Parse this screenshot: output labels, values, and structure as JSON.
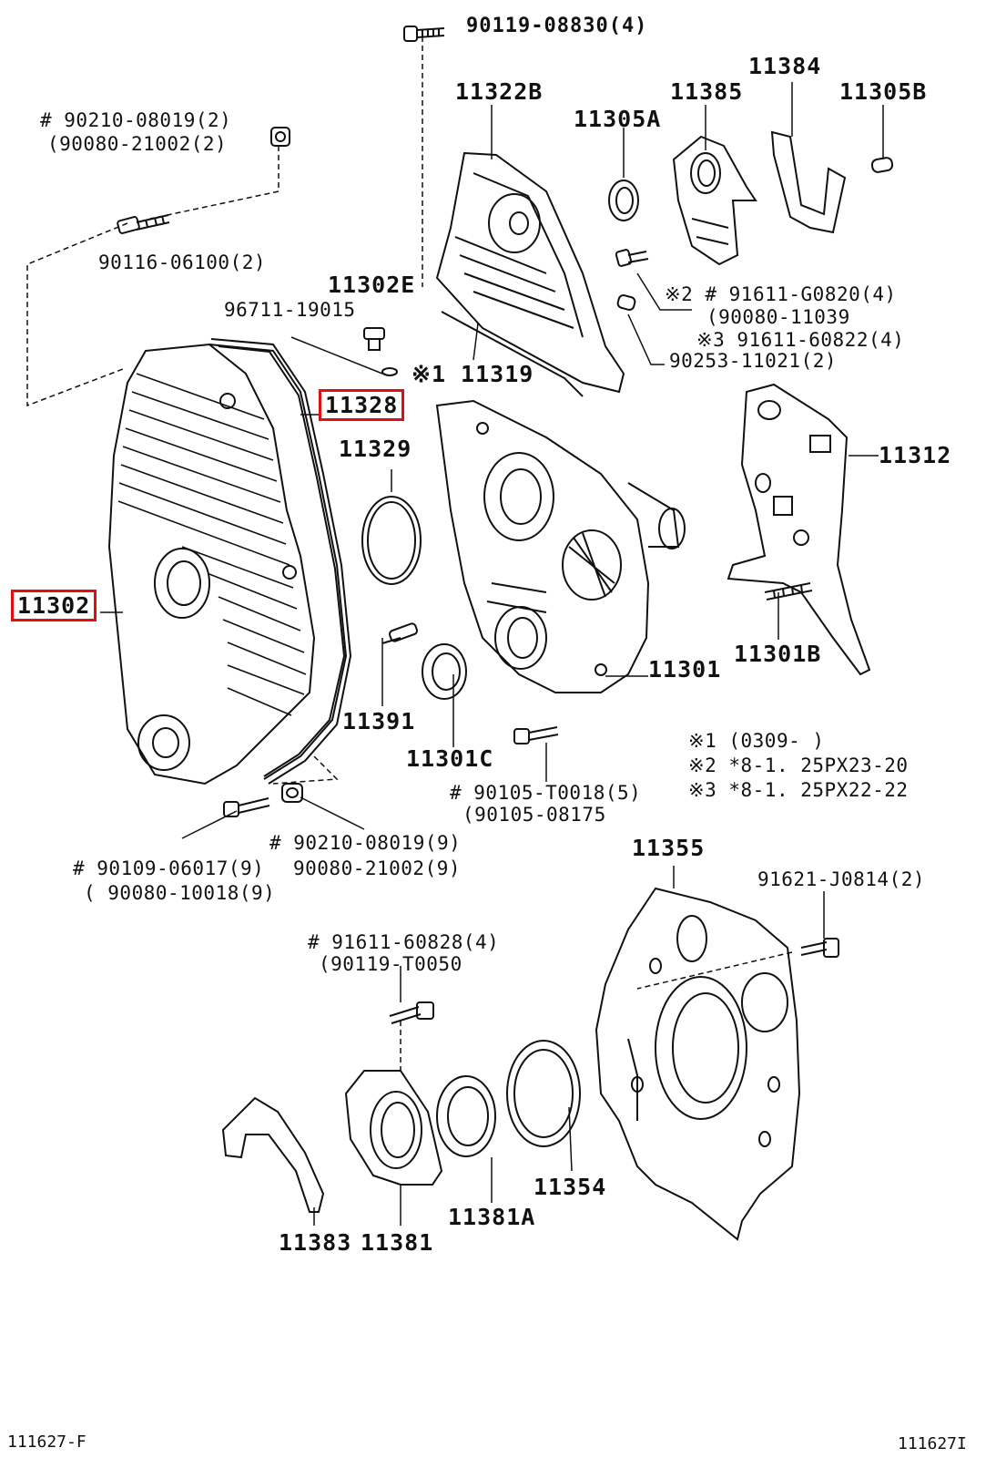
{
  "highlight_color": "#e01010",
  "labels": {
    "p_90119_08830": "90119-08830(4)",
    "p_90210_08019_2": "# 90210-08019(2)",
    "p_90080_21002_2": "(90080-21002(2)",
    "p_90116_06100": "90116-06100(2)",
    "p_11322b": "11322B",
    "p_11385": "11385",
    "p_11384": "11384",
    "p_11305a": "11305A",
    "p_11305b": "11305B",
    "p_11302e": "11302E",
    "p_96711_19015": "96711-19015",
    "p_91611_g0820": "※2 # 91611-G0820(4)",
    "p_90080_11039": "(90080-11039",
    "p_91611_60822": "※3 91611-60822(4)",
    "p_90253_11021": "90253-11021(2)",
    "p_11319": "※1 11319",
    "p_11328": "11328",
    "p_11329": "11329",
    "p_11312": "11312",
    "p_11302": "11302",
    "p_11301b": "11301B",
    "p_11301": "11301",
    "p_11391": "11391",
    "p_11301c": "11301C",
    "note_1": "※1 (0309-      )",
    "note_2": "※2 *8-1. 25PX23-20",
    "note_3": "※3 *8-1. 25PX22-22",
    "p_90105_t0018": "# 90105-T0018(5)",
    "p_90105_08175": "(90105-08175",
    "p_90210_08019_9": "# 90210-08019(9)",
    "p_90080_21002_9": "90080-21002(9)",
    "p_90109_06017": "# 90109-06017(9)",
    "p_90080_10018": "( 90080-10018(9)",
    "p_11355": "11355",
    "p_91621_j0814": "91621-J0814(2)",
    "p_91611_60828": "# 91611-60828(4)",
    "p_90119_t0050": "(90119-T0050",
    "p_11354": "11354",
    "p_11381a": "11381A",
    "p_11383": "11383",
    "p_11381": "11381",
    "fig_left": "111627-F",
    "fig_right": "111627I"
  }
}
